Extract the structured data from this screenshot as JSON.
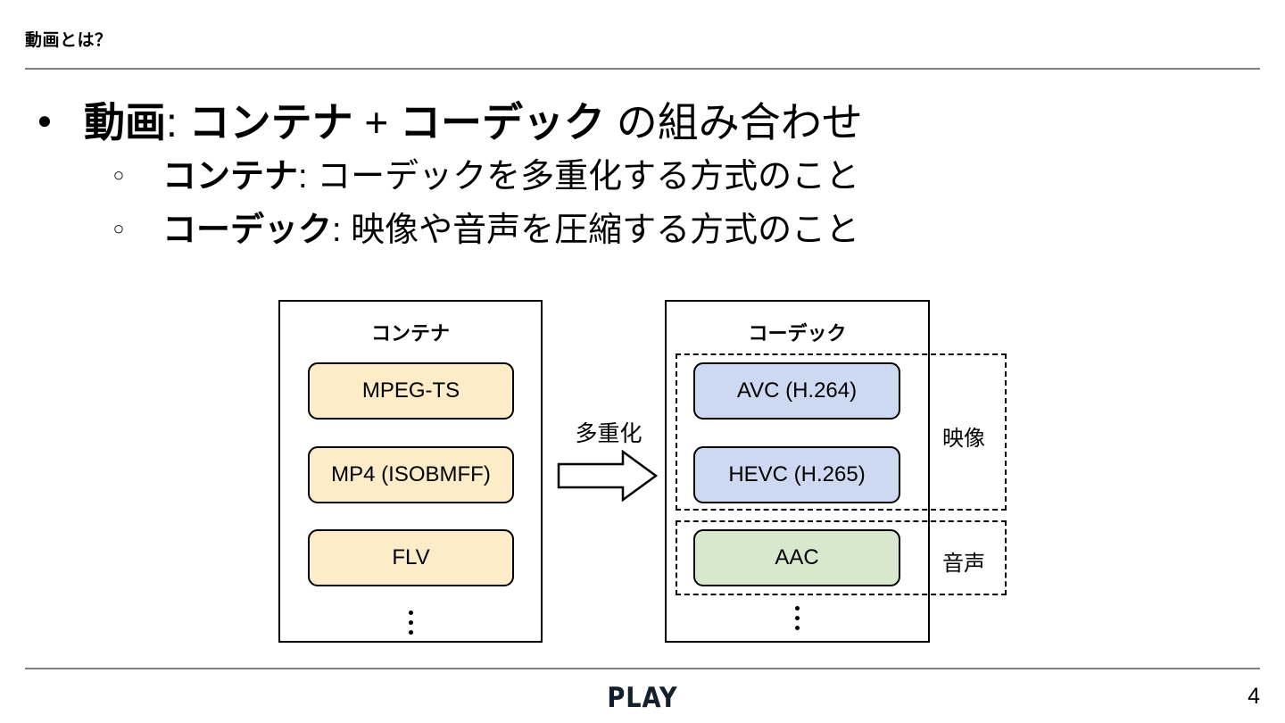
{
  "header": {
    "title": "動画とは？"
  },
  "bullets": {
    "level1": [
      {
        "marker": "●",
        "marker_icon": "filled-disc-bullet-icon",
        "segments": [
          {
            "text": "動画",
            "bold": true
          },
          {
            "text": ": ",
            "bold": false
          },
          {
            "text": "コンテナ",
            "bold": true
          },
          {
            "text": " + ",
            "bold": false
          },
          {
            "text": "コーデック",
            "bold": true
          },
          {
            "text": " の組み合わせ",
            "bold": false
          }
        ],
        "plain": "動画: コンテナ + コーデック の組み合わせ"
      }
    ],
    "level2": [
      {
        "marker": "○",
        "marker_icon": "hollow-circle-bullet-icon",
        "segments": [
          {
            "text": "コンテナ",
            "bold": true
          },
          {
            "text": ": コーデックを多重化する方式のこと",
            "bold": false
          }
        ],
        "plain": "コンテナ: コーデックを多重化する方式のこと"
      },
      {
        "marker": "○",
        "marker_icon": "hollow-circle-bullet-icon",
        "segments": [
          {
            "text": "コーデック",
            "bold": true
          },
          {
            "text": ": 映像や音声を圧縮する方式のこと",
            "bold": false
          }
        ],
        "plain": "コーデック: 映像や音声を圧縮する方式のこと"
      }
    ]
  },
  "diagram": {
    "container_panel": {
      "title": "コンテナ",
      "items": [
        {
          "label": "MPEG-TS",
          "color": "#fdecc8"
        },
        {
          "label": "MP4 (ISOBMFF)",
          "color": "#fdecc8"
        },
        {
          "label": "FLV",
          "color": "#fdecc8"
        }
      ],
      "more_indicator": "vertical-ellipsis"
    },
    "arrow": {
      "label": "多重化",
      "direction": "right",
      "icon": "block-arrow-right-icon"
    },
    "codec_panel": {
      "title": "コーデック",
      "groups": [
        {
          "label": "映像",
          "items": [
            {
              "label": "AVC (H.264)",
              "color": "#ccd9f0"
            },
            {
              "label": "HEVC (H.265)",
              "color": "#ccd9f0"
            }
          ]
        },
        {
          "label": "音声",
          "items": [
            {
              "label": "AAC",
              "color": "#d8e8cd"
            }
          ]
        }
      ],
      "more_indicator": "vertical-ellipsis"
    }
  },
  "footer": {
    "logo": "PLAY",
    "page_number": "4"
  },
  "colors": {
    "container_chip": "#fdecc8",
    "video_chip": "#ccd9f0",
    "audio_chip": "#d8e8cd",
    "rule": "#818181",
    "logo": "#12202b"
  }
}
